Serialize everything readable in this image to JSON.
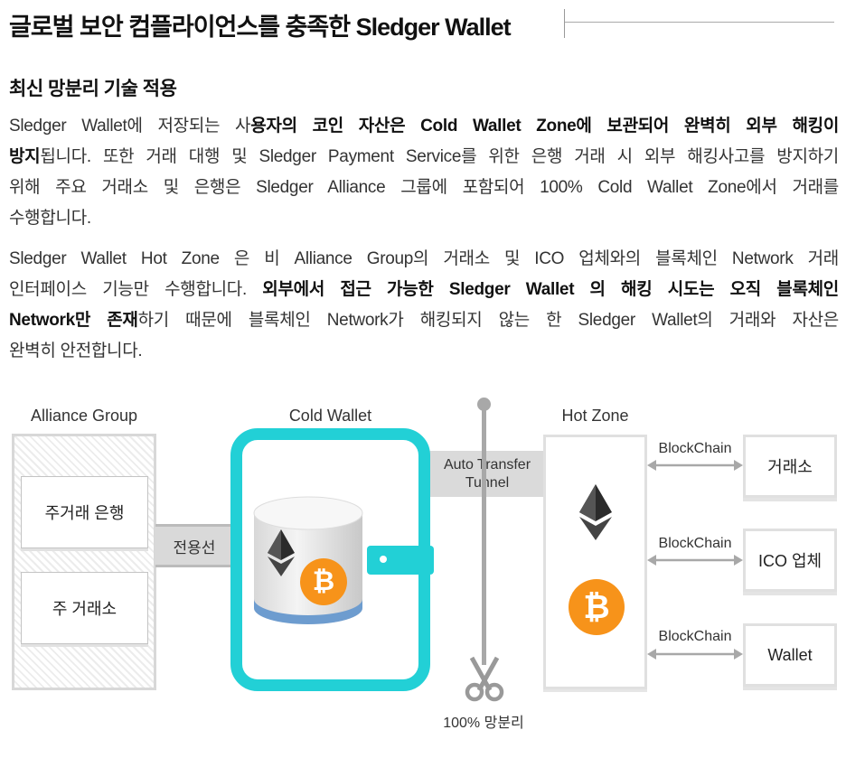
{
  "header": {
    "title": "글로벌 보안 컴플라이언스를 충족한 Sledger Wallet",
    "subtitle": "최신 망분리 기술 적용"
  },
  "paragraphs": [
    {
      "lines": [
        [
          {
            "t": "Sledger Wallet에 저장되는 사",
            "b": false
          },
          {
            "t": "용자의 코인 자산은 Cold Wallet Zone에 보관되어 완벽히 외부 해킹이",
            "b": true
          }
        ],
        [
          {
            "t": "방지",
            "b": true
          },
          {
            "t": "됩니다. 또한 거래 대행 및 Sledger Payment Service를 위한 은행 거래 시 외부 해킹사고를 방지하기",
            "b": false
          }
        ],
        [
          {
            "t": "위해 주요 거래소 및 은행은 Sledger Alliance 그룹에 포함되어 100% Cold Wallet Zone에서 거래를",
            "b": false
          }
        ],
        [
          {
            "t": "수행합니다.",
            "b": false
          }
        ]
      ]
    },
    {
      "lines": [
        [
          {
            "t": "Sledger Wallet Hot Zone 은 비 Alliance Group의 거래소 및 ICO 업체와의 블록체인 Network 거래",
            "b": false
          }
        ],
        [
          {
            "t": "인터페이스 기능만 수행합니다. ",
            "b": false
          },
          {
            "t": "외부에서 접근 가능한 Sledger Wallet 의 해킹 시도는 오직 블록체인",
            "b": true
          }
        ],
        [
          {
            "t": "Network만 존재",
            "b": true
          },
          {
            "t": "하기 때문에 블록체인 Network가 해킹되지 않는 한 Sledger Wallet의 거래와 자산은",
            "b": false
          }
        ],
        [
          {
            "t": "완벽히 안전합니다.",
            "b": false
          }
        ]
      ]
    }
  ],
  "diagram": {
    "alliance_label": "Alliance Group",
    "alliance_items": [
      "주거래 은행",
      "주 거래소"
    ],
    "dedicated_line": "전용선",
    "cold_label": "Cold Wallet",
    "tunnel_label_1": "Auto Transfer",
    "tunnel_label_2": "Tunnel",
    "separation_label": "100% 망분리",
    "hot_label": "Hot Zone",
    "link_label": "BlockChain",
    "targets": [
      "거래소",
      "ICO 업체",
      "Wallet"
    ],
    "btc_symbol": "₿",
    "colors": {
      "teal": "#22d0d6",
      "bitcoin": "#f7931a",
      "gray": "#a8a8a8"
    }
  }
}
